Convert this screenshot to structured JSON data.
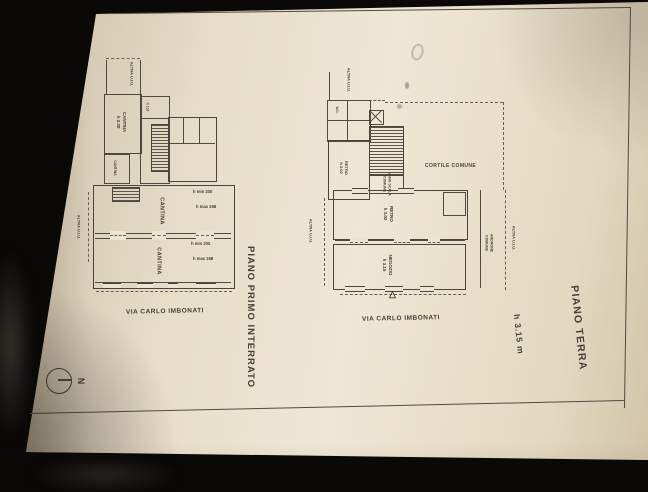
{
  "colors": {
    "paper": "#ece3d0",
    "ink": "#4a443c",
    "background": "#0a0908"
  },
  "plan_interrato": {
    "title": "PIANO PRIMO INTERRATO",
    "street": "VIA CARLO IMBONATI",
    "edge_label_top": "ALTRA U.I.U.",
    "edge_label_left": "ALTRA U.I.U.",
    "room_cellar_upper": "CANTINA\nh 2.30",
    "room_cellar_small": "CANTINA",
    "corridor_height": "h 110",
    "room_cellar_1": "CANTINA",
    "room_cellar_1_hmin": "h min 200",
    "room_cellar_1_hmax": "h max 268",
    "room_cellar_2": "CANTINA",
    "room_cellar_2_hmin": "h min 200",
    "room_cellar_2_hmax": "h max 268"
  },
  "plan_terra": {
    "title": "PIANO TERRA",
    "height_note": "h 3.15 m",
    "street": "VIA CARLO IMBONATI",
    "edge_label_top": "ALTRA U.I.U.",
    "edge_label_left": "ALTRA U.I.U.",
    "edge_label_right": "ALTRA U.I.U.",
    "courtyard": "CORTILE COMUNE",
    "stairwell": "VANO SCALA\nCOMUNE",
    "wc": "W.C.",
    "room_retro_small": "RETRO\nh 3.02",
    "room_retro_main": "RETRO\nh 3.02",
    "room_shop": "NEGOZIO\nh 3.15",
    "androne": "ANDRONE\nCOMUNE",
    "entrance_marker": "△"
  },
  "compass": {
    "north_label": "N"
  }
}
